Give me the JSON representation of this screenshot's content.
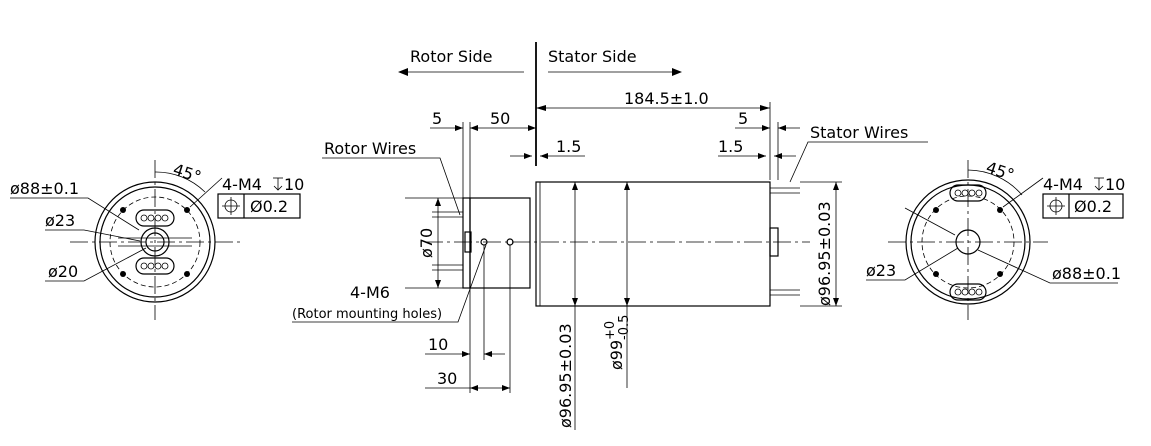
{
  "labels": {
    "rotor_side": "Rotor Side",
    "stator_side": "Stator Side",
    "rotor_wires": "Rotor Wires",
    "stator_wires": "Stator Wires",
    "mount_count": "4-M6",
    "mount_desc": "(Rotor mounting holes)"
  },
  "dims": {
    "overall_length": "184.5±1.0",
    "rotor_flange": "5",
    "rotor_length": "50",
    "stator_end": "5",
    "gap_left": "1.5",
    "gap_right": "1.5",
    "rotor_dia": "ø70",
    "body_dia": "ø96.95±0.03",
    "body_dia_right": "ø96.95±0.03",
    "outer_dia": "ø99",
    "outer_tol_upper": "+0",
    "outer_tol_lower": "-0.5",
    "hole_offset_10": "10",
    "hole_offset_30": "30"
  },
  "left_view": {
    "bolt_circle": "ø88±0.1",
    "bore": "ø23",
    "inner": "ø20",
    "angle": "45°",
    "thread": "4-M4",
    "thread_depth": "10",
    "position_tol": "Ø0.2"
  },
  "right_view": {
    "bolt_circle": "ø88±0.1",
    "bore": "ø23",
    "angle": "45°",
    "thread": "4-M4",
    "thread_depth": "10",
    "position_tol": "Ø0.2"
  },
  "icons": {
    "position": "position-tolerance-icon",
    "depth": "depth-symbol-icon"
  }
}
